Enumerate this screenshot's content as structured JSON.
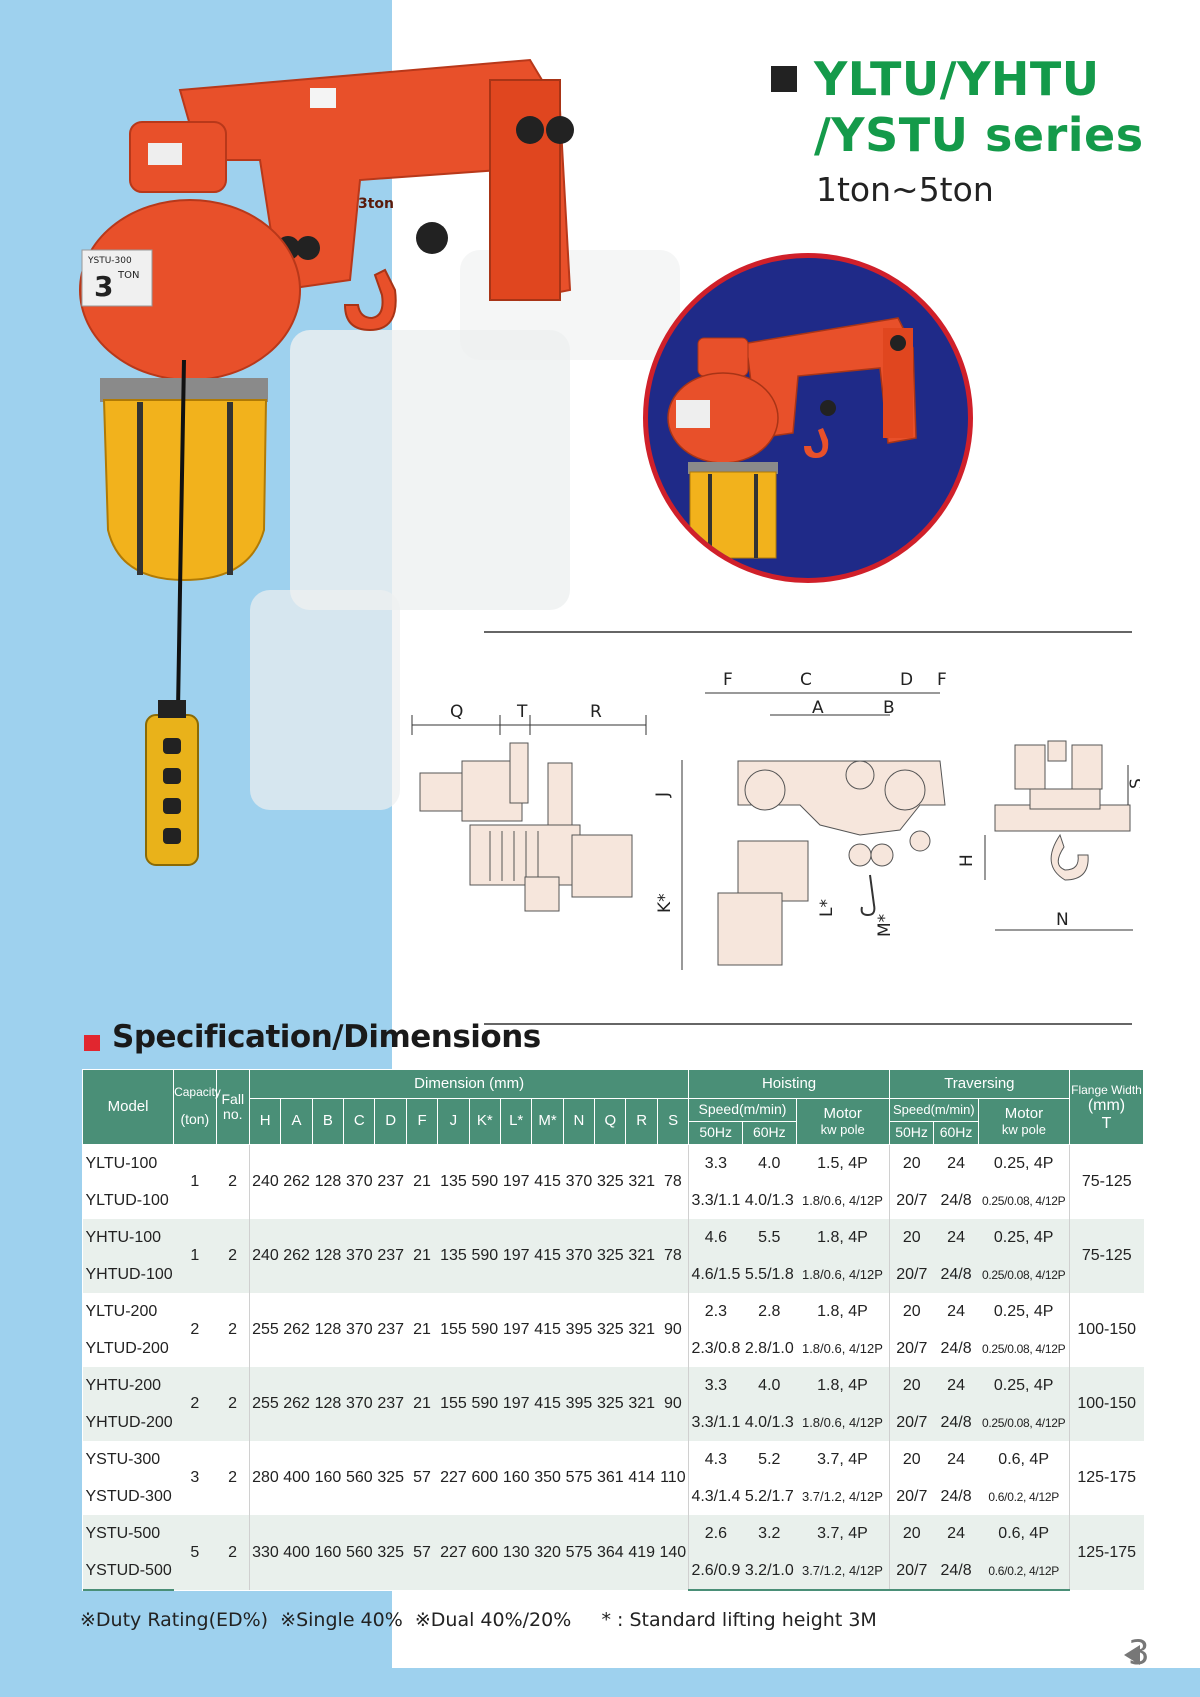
{
  "header": {
    "title_line1": "YLTU/YHTU",
    "title_line2": "/YSTU  series",
    "subtitle": "1ton~5ton"
  },
  "product_labels": {
    "hoist_plate": "YSTU-300",
    "hoist_capacity": "3",
    "hoist_unit": "TON",
    "trolley_mark": "3ton"
  },
  "diagram_labels": {
    "left_view": [
      "Q",
      "T",
      "R"
    ],
    "front_top": [
      "F",
      "C",
      "D",
      "F"
    ],
    "front_mid": [
      "A",
      "B"
    ],
    "front_side": [
      "J",
      "K*",
      "L*",
      "M*"
    ],
    "right_view": [
      "S",
      "H",
      "N"
    ]
  },
  "spec": {
    "title": "Specification/Dimensions",
    "headers": {
      "model": "Model",
      "capacity": "Capacity",
      "capacity_unit": "(ton)",
      "fall": "Fall",
      "fall_no": "no.",
      "dimension": "Dimension (mm)",
      "dims": [
        "H",
        "A",
        "B",
        "C",
        "D",
        "F",
        "J",
        "K*",
        "L*",
        "M*",
        "N",
        "Q",
        "R",
        "S"
      ],
      "hoisting": "Hoisting",
      "traversing": "Traversing",
      "speed": "Speed(m/min)",
      "hz50": "50Hz",
      "hz60": "60Hz",
      "motor": "Motor",
      "motor_unit": "kw pole",
      "flange": "Flange Width",
      "flange_unit": "(mm)",
      "flange_sym": "T"
    },
    "groups": [
      {
        "models": [
          "YLTU-100",
          "YLTUD-100"
        ],
        "capacity": "1",
        "fall": "2",
        "dims": [
          "240",
          "262",
          "128",
          "370",
          "237",
          "21",
          "135",
          "590",
          "197",
          "415",
          "370",
          "325",
          "321",
          "78"
        ],
        "rows": [
          {
            "h50": "3.3",
            "h60": "4.0",
            "hmotor": "1.5, 4P",
            "t50": "20",
            "t60": "24",
            "tmotor": "0.25, 4P"
          },
          {
            "h50": "3.3/1.1",
            "h60": "4.0/1.3",
            "hmotor": "1.8/0.6, 4/12P",
            "t50": "20/7",
            "t60": "24/8",
            "tmotor": "0.25/0.08, 4/12P"
          }
        ],
        "flange": "75-125"
      },
      {
        "models": [
          "YHTU-100",
          "YHTUD-100"
        ],
        "capacity": "1",
        "fall": "2",
        "dims": [
          "240",
          "262",
          "128",
          "370",
          "237",
          "21",
          "135",
          "590",
          "197",
          "415",
          "370",
          "325",
          "321",
          "78"
        ],
        "rows": [
          {
            "h50": "4.6",
            "h60": "5.5",
            "hmotor": "1.8, 4P",
            "t50": "20",
            "t60": "24",
            "tmotor": "0.25, 4P"
          },
          {
            "h50": "4.6/1.5",
            "h60": "5.5/1.8",
            "hmotor": "1.8/0.6, 4/12P",
            "t50": "20/7",
            "t60": "24/8",
            "tmotor": "0.25/0.08, 4/12P"
          }
        ],
        "flange": "75-125"
      },
      {
        "models": [
          "YLTU-200",
          "YLTUD-200"
        ],
        "capacity": "2",
        "fall": "2",
        "dims": [
          "255",
          "262",
          "128",
          "370",
          "237",
          "21",
          "155",
          "590",
          "197",
          "415",
          "395",
          "325",
          "321",
          "90"
        ],
        "rows": [
          {
            "h50": "2.3",
            "h60": "2.8",
            "hmotor": "1.8, 4P",
            "t50": "20",
            "t60": "24",
            "tmotor": "0.25, 4P"
          },
          {
            "h50": "2.3/0.8",
            "h60": "2.8/1.0",
            "hmotor": "1.8/0.6, 4/12P",
            "t50": "20/7",
            "t60": "24/8",
            "tmotor": "0.25/0.08, 4/12P"
          }
        ],
        "flange": "100-150"
      },
      {
        "models": [
          "YHTU-200",
          "YHTUD-200"
        ],
        "capacity": "2",
        "fall": "2",
        "dims": [
          "255",
          "262",
          "128",
          "370",
          "237",
          "21",
          "155",
          "590",
          "197",
          "415",
          "395",
          "325",
          "321",
          "90"
        ],
        "rows": [
          {
            "h50": "3.3",
            "h60": "4.0",
            "hmotor": "1.8, 4P",
            "t50": "20",
            "t60": "24",
            "tmotor": "0.25, 4P"
          },
          {
            "h50": "3.3/1.1",
            "h60": "4.0/1.3",
            "hmotor": "1.8/0.6, 4/12P",
            "t50": "20/7",
            "t60": "24/8",
            "tmotor": "0.25/0.08, 4/12P"
          }
        ],
        "flange": "100-150"
      },
      {
        "models": [
          "YSTU-300",
          "YSTUD-300"
        ],
        "capacity": "3",
        "fall": "2",
        "dims": [
          "280",
          "400",
          "160",
          "560",
          "325",
          "57",
          "227",
          "600",
          "160",
          "350",
          "575",
          "361",
          "414",
          "110"
        ],
        "rows": [
          {
            "h50": "4.3",
            "h60": "5.2",
            "hmotor": "3.7, 4P",
            "t50": "20",
            "t60": "24",
            "tmotor": "0.6, 4P"
          },
          {
            "h50": "4.3/1.4",
            "h60": "5.2/1.7",
            "hmotor": "3.7/1.2, 4/12P",
            "t50": "20/7",
            "t60": "24/8",
            "tmotor": "0.6/0.2, 4/12P"
          }
        ],
        "flange": "125-175"
      },
      {
        "models": [
          "YSTU-500",
          "YSTUD-500"
        ],
        "capacity": "5",
        "fall": "2",
        "dims": [
          "330",
          "400",
          "160",
          "560",
          "325",
          "57",
          "227",
          "600",
          "130",
          "320",
          "575",
          "364",
          "419",
          "140"
        ],
        "rows": [
          {
            "h50": "2.6",
            "h60": "3.2",
            "hmotor": "3.7, 4P",
            "t50": "20",
            "t60": "24",
            "tmotor": "0.6, 4P"
          },
          {
            "h50": "2.6/0.9",
            "h60": "3.2/1.0",
            "hmotor": "3.7/1.2, 4/12P",
            "t50": "20/7",
            "t60": "24/8",
            "tmotor": "0.6/0.2, 4/12P"
          }
        ],
        "flange": "125-175"
      }
    ]
  },
  "footnote": "※Duty Rating(ED%)  ※Single 40%  ※Dual 40%/20%     * : Standard lifting height 3M",
  "page_number": "3",
  "colors": {
    "title_green": "#149a4a",
    "table_header": "#4a8f77",
    "band_blue": "#9ed1ee",
    "hoist_orange": "#e8502a",
    "bag_yellow": "#f2b21c",
    "circle_red": "#d0202a",
    "circle_blue": "#1f2a88"
  }
}
